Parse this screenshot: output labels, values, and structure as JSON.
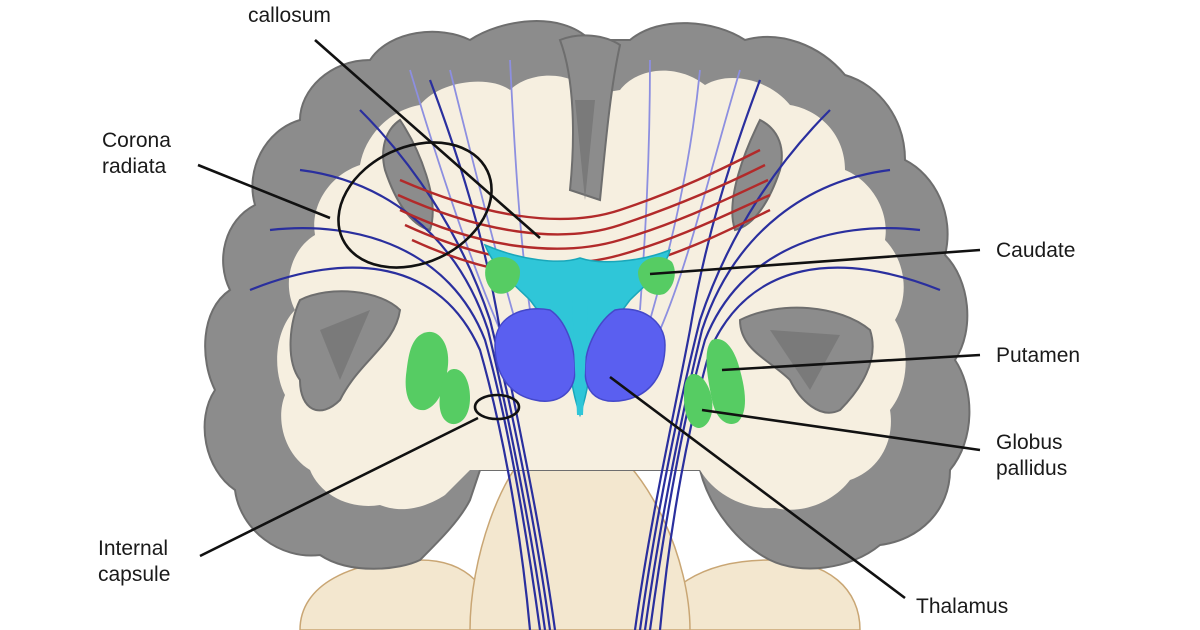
{
  "labels": {
    "corpus_callosum": [
      "callosum"
    ],
    "corona_radiata": [
      "Corona",
      "radiata"
    ],
    "caudate": [
      "Caudate"
    ],
    "putamen": [
      "Putamen"
    ],
    "globus_pallidus": [
      "Globus",
      "pallidus"
    ],
    "internal_capsule": [
      "Internal",
      "capsule"
    ],
    "thalamus": [
      "Thalamus"
    ]
  },
  "colors": {
    "cortex": "#8c8c8c",
    "white_matter": "#f6efe0",
    "projection_fibers": "#2a2f9e",
    "callosal_fibers": "#b22a2a",
    "ventricle": "#2fc6d8",
    "thalamus": "#5a5ff0",
    "basal_ganglia": "#56cc63",
    "brainstem": "#f3e7cf"
  }
}
